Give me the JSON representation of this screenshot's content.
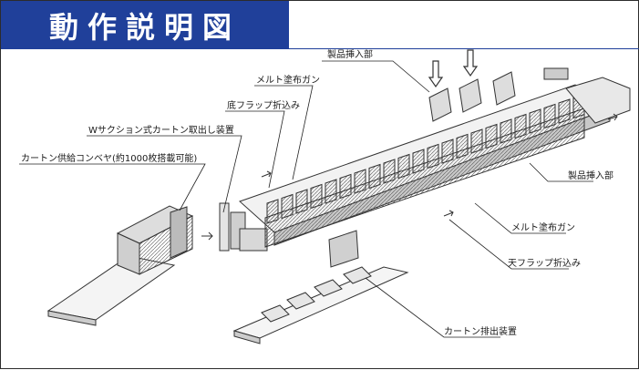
{
  "title": "動作説明図",
  "labels": {
    "product_insert_top": "製品挿入部",
    "melt_gun_top": "メルト塗布ガン",
    "bottom_flap": "底フラップ折込み",
    "w_suction": "Wサクション式カートン取出し装置",
    "carton_supply": "カートン供給コンベヤ(約1000枚搭載可能)",
    "product_insert_right": "製品挿入部",
    "melt_gun_right": "メルト塗布ガン",
    "top_flap": "天フラップ折込み",
    "carton_discharge": "カートン排出装置"
  },
  "icons": [
    "down-arrow-icon",
    "flow-arrow-icon"
  ]
}
